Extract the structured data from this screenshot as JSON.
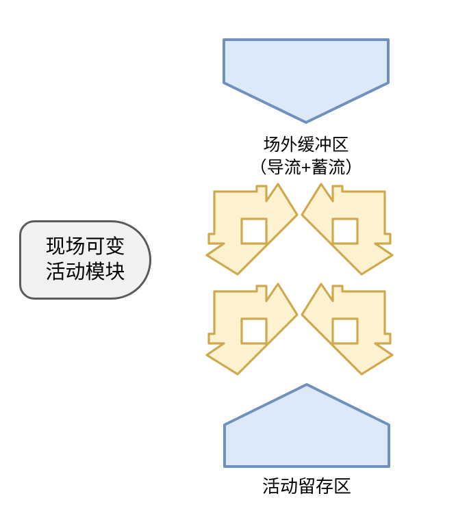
{
  "background": "#ffffff",
  "diagram": {
    "offsite_buffer": {
      "shape": "pentagon-down",
      "line1": "场外缓冲区",
      "line2": "（导流+蓄流）",
      "fill": "#dce9f9",
      "stroke": "#7090bd"
    },
    "onsite_module": {
      "shape": "rounded-callout",
      "line1": "现场可变",
      "line2": "活动模块",
      "fill": "#f1f1f1",
      "stroke": "#5a5a5a"
    },
    "flow_arrows": {
      "icon": "corner-double-arrow",
      "directions": [
        "right-down",
        "left-down",
        "right-down",
        "left-down"
      ],
      "fill": "#fdf2d0",
      "stroke": "#cfa94e"
    },
    "retention_zone": {
      "shape": "pentagon-up",
      "label": "活动留存区",
      "fill": "#dce9f9",
      "stroke": "#7090bd"
    },
    "text_color": "#000000"
  }
}
